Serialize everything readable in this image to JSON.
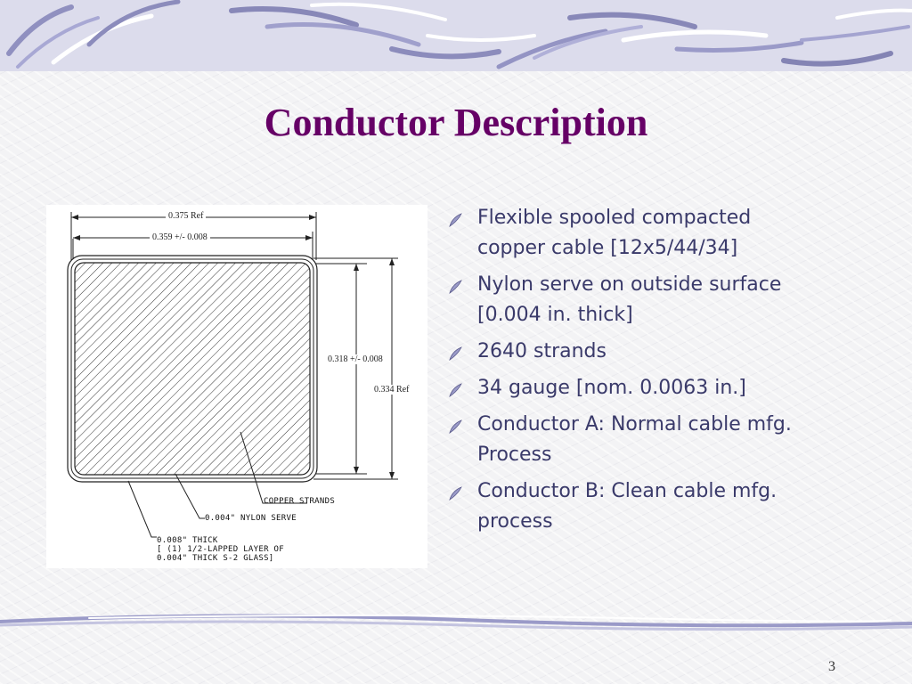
{
  "slide": {
    "title": "Conductor Description",
    "page_number": "3"
  },
  "figure": {
    "dim_width_ref": "0.375 Ref",
    "dim_width": "0.359 +/- 0.008",
    "dim_height": "0.318 +/- 0.008",
    "dim_height_ref": "0.334 Ref",
    "callout_strands": "COPPER STRANDS",
    "callout_nylon": "0.004\" NYLON SERVE",
    "callout_glass_1": "0.008\" THICK",
    "callout_glass_2": "[ (1) 1/2-LAPPED LAYER OF",
    "callout_glass_3": "0.004\" THICK S-2 GLASS]"
  },
  "bullets": [
    {
      "line1": "Flexible spooled compacted",
      "line2": "copper cable [12x5/44/34]"
    },
    {
      "line1": "Nylon serve on outside surface",
      "line2": "[0.004 in. thick]"
    },
    {
      "line1": "2640 strands",
      "line2": ""
    },
    {
      "line1": "34 gauge [nom. 0.0063 in.]",
      "line2": ""
    },
    {
      "line1": "Conductor A: Normal cable mfg.",
      "line2": "Process"
    },
    {
      "line1": "Conductor B:  Clean cable mfg.",
      "line2": "process"
    }
  ],
  "icons": {
    "bullet": "feather-bullet-icon"
  },
  "colors": {
    "title": "#660066",
    "text": "#3a3a6a",
    "accent": "#9a9ac8"
  }
}
